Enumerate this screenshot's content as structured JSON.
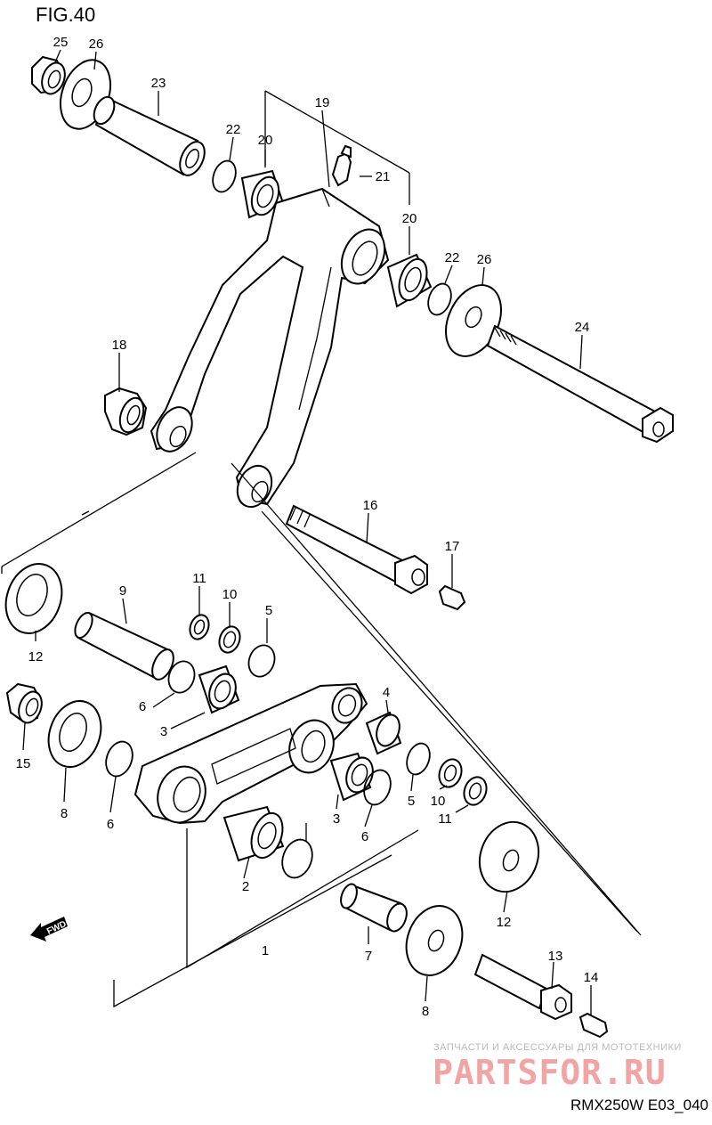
{
  "figure_title": "FIG.40",
  "diagram_code": "RMX250W E03_040",
  "watermark": {
    "tagline": "ЗАПЧАСТИ И АКСЕССУАРЫ ДЛЯ МОТОТЕХНИКИ",
    "brand": "PARTSFOR.RU"
  },
  "fwd_label": "FWD",
  "callouts": [
    "25",
    "26",
    "23",
    "22",
    "20",
    "19",
    "21",
    "20",
    "22",
    "26",
    "24",
    "18",
    "16",
    "17",
    "11",
    "10",
    "5",
    "9",
    "12",
    "6",
    "3",
    "15",
    "8",
    "6",
    "4",
    "3",
    "6",
    "5",
    "10",
    "11",
    "12",
    "2",
    "1",
    "7",
    "8",
    "13",
    "14"
  ],
  "colors": {
    "line": "#000000",
    "watermark_brand": "#f2a3a3",
    "watermark_tagline": "#b9b9b9"
  }
}
